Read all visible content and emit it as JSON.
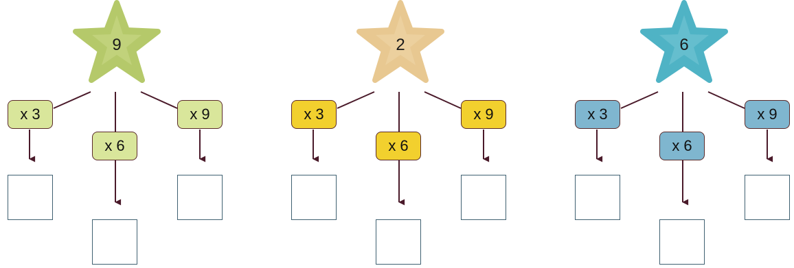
{
  "trees": [
    {
      "star_number": "9",
      "star_color": "#b5c96a",
      "star_highlight": "#d7e39a",
      "box_color": "#d9e69b",
      "ops": [
        "x 3",
        "x 6",
        "x 9"
      ]
    },
    {
      "star_number": "2",
      "star_color": "#e8c891",
      "star_highlight": "#f4e0b8",
      "box_color": "#f2d02e",
      "ops": [
        "x 3",
        "x 6",
        "x 9"
      ]
    },
    {
      "star_number": "6",
      "star_color": "#4fb3c5",
      "star_highlight": "#8fd3df",
      "box_color": "#7fb6cf",
      "ops": [
        "x 3",
        "x 6",
        "x 9"
      ]
    }
  ],
  "colors": {
    "line": "#4a1a2a",
    "answer_border": "#3f6071"
  }
}
